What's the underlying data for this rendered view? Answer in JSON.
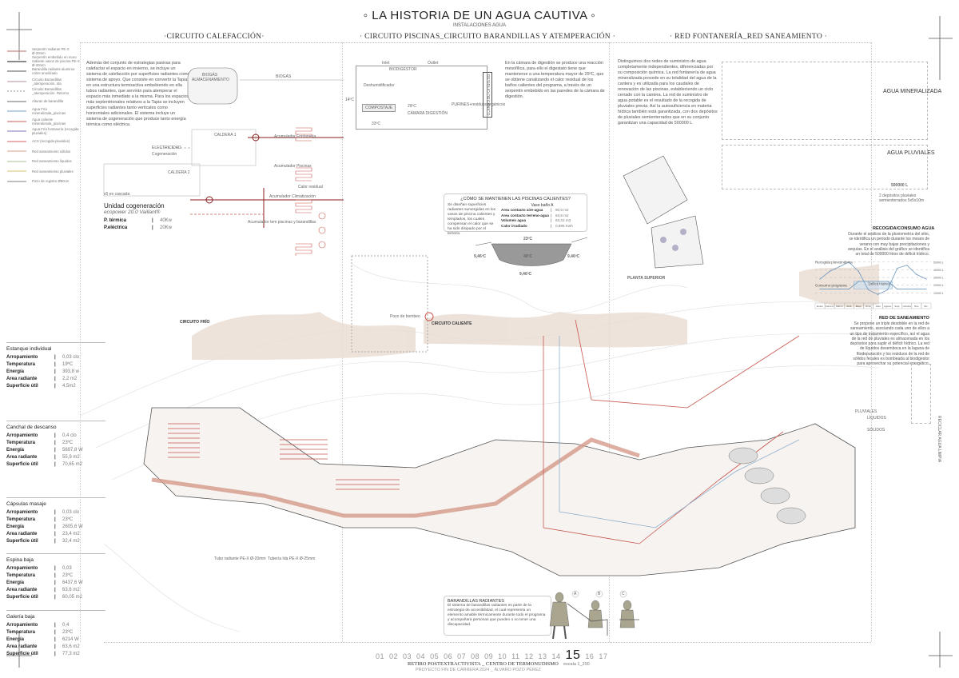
{
  "header": {
    "title": "◦ LA HISTORIA DE UN AGUA CAUTIVA ◦",
    "subtitle": "INSTALACIONES AGUA",
    "sections": [
      "·CIRCUITO CALEFACCIÓN·",
      "· CIRCUITO PISCINAS_CIRCUITO BARANDILLAS Y ATEMPERACIÓN ·",
      "· RED FONTANERÍA_RED SANEAMIENTO ·"
    ]
  },
  "legend": [
    "Serpentín radiante PE-X Ø-20mm",
    "Serpentín embebido en muro radiante vasos de piscina PE-X Ø-20mm",
    "Barandilla radiante aluminio-cobre anodizado",
    "Circuito Barandillas _atemperación. Ida",
    "Circuito Barandillas _atemperación. Retorno",
    "Alturas de barandilla",
    "Agua Fría mineralizada_piscinas",
    "Agua caliente mineralizada_piscinas",
    "Agua Fría fontanería (recogida pluviales)",
    "ACS (recogida pluviales)",
    "Red saneamiento sólidos",
    "Red saneamiento líquidos",
    "Red saneamiento pluviales",
    "Pozo de registro Ø80cm"
  ],
  "legend_colors": [
    "#c88a8a",
    "#444",
    "#777",
    "#c7a0b4",
    "#aaa",
    "#888",
    "#8fb0cf",
    "#d87a7a",
    "#9a90c8",
    "#e08080",
    "#e0b0a0",
    "#b8d0a8",
    "#e0d090",
    "#999"
  ],
  "heating": {
    "text": "Además del conjunto de estrategias pasivas para calefactar el espacio en invierno, se incluye un sistema de calefacción por superficies radiantes como sistema de apoyo. Que consiste en convertir la Tapia en una estructura termoactiva embebiendo en ella tubos radiantes, que servirán para atemperar el espacio más inmediato a la misma. Para los espacios más septentrionales relativos a la Tapia se incluyen superficies radiantes tanto verticales como horizontales adicionales. El sistema incluye un sistema de cogeneración que produce tanto energía térmica como eléctrica.",
    "biogas_tank": "BIOGÁS ALMACENAMIENTO",
    "biogas": "BIOGÁS",
    "caldera1": "CALDERA 1",
    "caldera2": "CALDERA 2",
    "electricity": "ELECTRICIDAD",
    "cogeneration": "Cogeneración",
    "cascade": "x5 en cascada",
    "unit_title": "Unidad cogeneración",
    "unit_model": "ecopower 20.0 Vaillant®",
    "p_thermal_label": "P. térmica",
    "p_thermal": "40Kw",
    "p_electric_label": "P.eléctrica",
    "p_electric": "20Kw",
    "acc_fontaneria": "Acumulador Fontanería",
    "acc_piscinas": "Acumulador Piscinas",
    "acc_climatizacion": "Acumulador Climatización",
    "acc_barandillas": "Acumulador tem piscinas y barandillas",
    "calor_residual": "Calor residual"
  },
  "digester": {
    "inlet": "Inlet",
    "outlet": "Outlet",
    "biodigestor": "BIODIGESTOR",
    "deshumidificador": "Deshumidificador",
    "compostaje": "COMPOSTAJE",
    "camara": "CÁMARA DIGESTIÓN",
    "temp_in": "29ºC",
    "temp_out": "33ºC",
    "temp_14": "14ºC",
    "purines": "PURINES+residuos orgánicos",
    "residuos_org": "RESIDUO ORGÁNICO",
    "text": "En la cámara de digestión se produce una reacción mesofílica, para ello el digestato tiene que mantenerse a una temperatura mayor de 25ºC, que se obtiene canalizando el calor residual de los baños calientes del programa, a través de un serpentín embebido en las paredes de la cámara de digestión."
  },
  "pools": {
    "question": "¿CÓMO SE MANTIENEN LAS PISCINAS CALIENTES?",
    "text": "Se diseñan superficies radiantes sumergidas en los vasos de piscina calientes y templados, los cuales compensan el calor que se ha sido disipado por el terreno.",
    "vaso": "Vaso baño A",
    "rows": [
      {
        "k": "Area contacto aire-agua",
        "v": "90,5 m2"
      },
      {
        "k": "Area contacto terreno-agua",
        "v": "63,6 m2"
      },
      {
        "k": "Volumen agua",
        "v": "63,22 m3"
      },
      {
        "k": "Calor irradiado",
        "v": "0,895 Kwh"
      }
    ],
    "t_top": "23ºC",
    "t_left": "9,46ºC",
    "t_mid": "40ºC",
    "t_right": "9,46ºC",
    "t_bottom": "9,46ºC"
  },
  "water": {
    "text": "Distinguimos dos redes de suministro de agua completamente independientes, diferenciadas por su composición química. La red fontanería de agua mineralizada procede en su totalidad del agua de la cantera y es utilizada para los caudales de renovación de las piscinas, estableciendo un ciclo cerrado con la cantera. La red de suministro de agua potable es el resultado de la recogida de pluviales previa. Así la autosuficiencia en materia hídrica también está garantizada, con dos depósitos de pluviales semienterrados que en su conjunto garantizan una capacidad de 500000 L",
    "mineral": "AGUA MINERALIZADA",
    "pluviales": "AGUA PLUVIALES",
    "deposit": "500000 L",
    "deposits_note": "2 depósitos pluviales semienterrados 5x5x10m",
    "planta": "PLANTA SUPERIOR",
    "deficit_title": "RECOGIDA/CONSUMO AGUA",
    "deficit_text": "Durante el análisis de la pluviometría del sitio, se identifica un periodo durante los meses de verano con muy bajas precipitaciones y sequías. En el análisis del gráfico se identifica un total de 500000 litros de déficit hídrico.",
    "saneamiento_title": "RED DE SANEAMIENTO",
    "saneamiento_text": "Se propone un triple desdoble en la red de saneamiento, asociando cada uno de ellos a un tipo de tratamiento específico, así el agua de la red de pluviales es almacenada en los depósitos para suplir el déficit hídrico. La red de líquidos desemboca en la laguna de fitodepuración y los residuos de la red de sólidos fecales es bombeada al biodigestor para aprovechar su potencial energético.",
    "pluviales_lbl": "PLUVIALES",
    "liquidos_lbl": "LÍQUIDOS",
    "solidos_lbl": "SÓLIDOS",
    "reciclar": "RECICLAR AGUA LIMPIA"
  },
  "chart_data": {
    "type": "line",
    "title": "RECOGIDA/CONSUMO AGUA",
    "categories": [
      "Enero",
      "Febrero",
      "Marzo",
      "Abril",
      "Mayo",
      "Junio",
      "Julio",
      "Agosto",
      "Sept.",
      "Octubre",
      "Nov.",
      "Dic."
    ],
    "series": [
      {
        "name": "Recogida pluviométrica",
        "values": [
          28000,
          38000,
          44000,
          50000,
          38000,
          14000,
          8000,
          14000,
          42000,
          46000,
          34000,
          28000
        ]
      },
      {
        "name": "Consumo programa",
        "values": [
          15000,
          15000,
          15000,
          15000,
          25000,
          25000,
          25000,
          25000,
          15000,
          15000,
          15000,
          15000
        ]
      }
    ],
    "annotation": "Déficit hídrico",
    "yticks": [
      "10000 L",
      "20000 L",
      "30000 L",
      "40000 L",
      "50000 L"
    ],
    "ylim": [
      0,
      55000
    ]
  },
  "plan_labels": {
    "circuito_frio": "CIRCUITO FRÍO",
    "circuito_caliente": "CIRCUITO CALIENTE",
    "pozo": "Pozo de bombeo",
    "tubo": "Tubo radiante PE-X Ø-20mm",
    "tuberia": "Tubería Ida PE-X Ø-25mm",
    "color_residual": "Calor residual"
  },
  "stats": [
    {
      "name": "Estanque individual",
      "rows": [
        [
          "Arropamiento",
          "0,03 clo"
        ],
        [
          "Temperatura",
          "19ºC"
        ],
        [
          "Energía",
          "393,8 w"
        ],
        [
          "Area radiante",
          "2,2 m2"
        ],
        [
          "Superficie útil",
          "4,5m2"
        ]
      ]
    },
    {
      "name": "Canchal de descanso",
      "rows": [
        [
          "Arropamiento",
          "0,4 clo"
        ],
        [
          "Temperatura",
          "23ºC"
        ],
        [
          "Energía",
          "5697,8 W"
        ],
        [
          "Area radiante",
          "55,9 m2"
        ],
        [
          "Superficie útil",
          "70,65 m2"
        ]
      ]
    },
    {
      "name": "Cápsulas masaje",
      "rows": [
        [
          "Arropamiento",
          "0,03 clo"
        ],
        [
          "Temperatura",
          "23ºC"
        ],
        [
          "Energía",
          "2605,6 W"
        ],
        [
          "Area radiante",
          "23,4 m2"
        ],
        [
          "Superficie útil",
          "32,4 m2"
        ]
      ]
    },
    {
      "name": "Espina baja",
      "rows": [
        [
          "Arropamiento",
          "0,03"
        ],
        [
          "Temperatura",
          "23ºC"
        ],
        [
          "Energía",
          "6437,6 W"
        ],
        [
          "Area radiante",
          "63,6 m2"
        ],
        [
          "Superficie útil",
          "60,05 m2"
        ]
      ]
    },
    {
      "name": "Galería baja",
      "rows": [
        [
          "Arropamiento",
          "0,4"
        ],
        [
          "Temperatura",
          "23ºC"
        ],
        [
          "Energía",
          "6214 W"
        ],
        [
          "Area radiante",
          "63,6 m2"
        ],
        [
          "Superficie útil",
          "77,3 m2"
        ]
      ]
    }
  ],
  "railings": {
    "title": "BARANDILLAS RADIANTES",
    "text": "El sistema de barandillas radiantes es parte de la estrategia de accesibilidad, el cual representa un elemento amable térmicamente durante todo el programa y acompañará personas que pueden o no tener una discapacidad.",
    "a": "A",
    "b": "B",
    "c": "C"
  },
  "footer": {
    "pages": [
      "01",
      "02",
      "03",
      "04",
      "05",
      "06",
      "07",
      "08",
      "09",
      "10",
      "11",
      "12",
      "13",
      "14",
      "15",
      "16",
      "17"
    ],
    "current": "15",
    "project": "RETIRO POSTEXTRACTIVISTA _ CENTRO DE TERMONUDISMO",
    "author": "PROYECTO FIN DE CARRERA 2024 _ ÁLVARO POZO PÉREZ",
    "scale": "escala 1_200"
  }
}
